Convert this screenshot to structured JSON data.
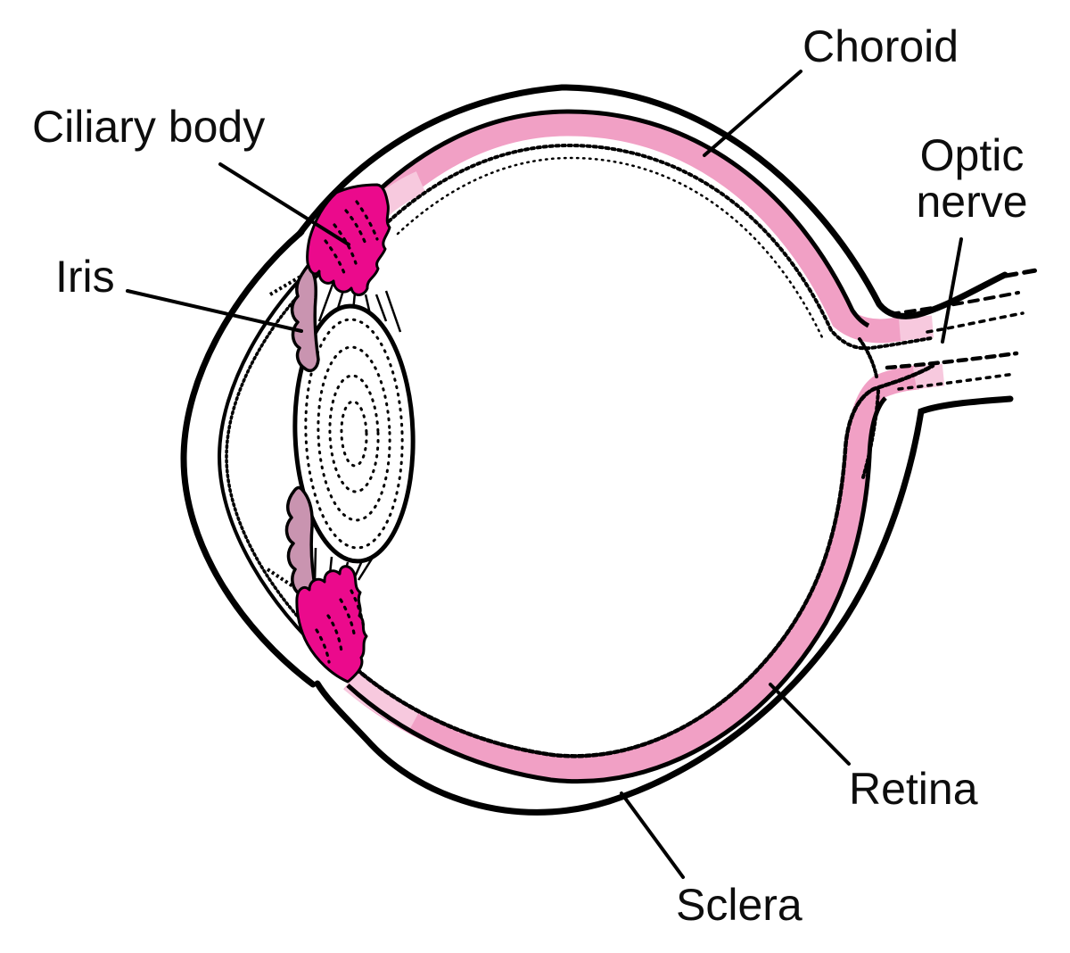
{
  "figure": {
    "labels": {
      "choroid": "Choroid",
      "optic_nerve": "Optic nerve",
      "ciliary_body": "Ciliary body",
      "iris": "Iris",
      "retina": "Retina",
      "sclera": "Sclera"
    },
    "colors": {
      "band_pink": "#F1A0C5",
      "pale_pink": "#F7C9DE",
      "ciliary_magenta": "#EB0A8C",
      "iris_mauve": "#C994B0",
      "line_black": "#000000",
      "background": "#FFFFFF"
    }
  }
}
